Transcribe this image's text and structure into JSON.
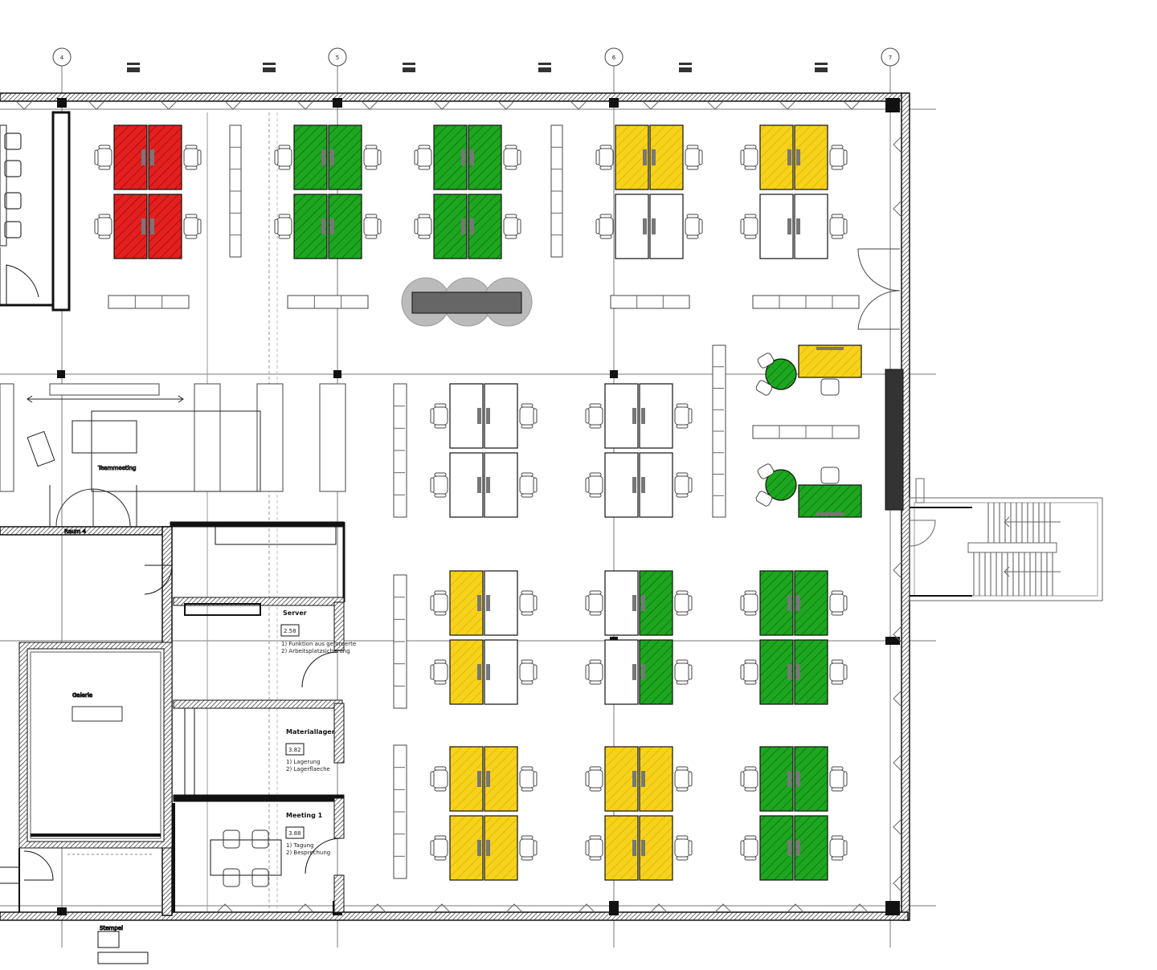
{
  "colors": {
    "red": "#e3201f",
    "green": "#1da61f",
    "yellow": "#f7d21b",
    "white": "#ffffff",
    "wall": "#1a1a1a",
    "grid": "#888888"
  },
  "grid_axes": [
    {
      "label": "4"
    },
    {
      "label": "5"
    },
    {
      "label": "6"
    },
    {
      "label": "7"
    }
  ],
  "rooms": {
    "teammeeting": "Teammeeting",
    "server": "Server",
    "server_area": "2.58",
    "server_note1": "1) Funktion aus geforderte",
    "server_note2": "2) Arbeitsplatzsicherung",
    "materiallager": "Materiallager",
    "materiallager_area": "3.82",
    "materiallager_note1": "1) Lagerung",
    "materiallager_note2": "2) Lagerflaeche",
    "meeting": "Meeting 1",
    "meeting_area": "3.88",
    "meeting_note1": "1) Tagung",
    "meeting_note2": "2) Besprechung",
    "gallery": "Galerie",
    "mid_room": "Raum 4"
  },
  "legend_note": "Stempel",
  "desk_clusters": [
    {
      "name": "cluster-r1-a",
      "desks": [
        "red",
        "red",
        "red",
        "red"
      ]
    },
    {
      "name": "cluster-r1-b",
      "desks": [
        "green",
        "green",
        "green",
        "green"
      ]
    },
    {
      "name": "cluster-r1-c",
      "desks": [
        "green",
        "green",
        "green",
        "green"
      ]
    },
    {
      "name": "cluster-r1-d",
      "desks": [
        "yellow",
        "yellow",
        "white",
        "white"
      ]
    },
    {
      "name": "cluster-r1-e",
      "desks": [
        "yellow",
        "yellow",
        "white",
        "white"
      ]
    },
    {
      "name": "cluster-r2-a",
      "desks": [
        "white",
        "white",
        "white",
        "white"
      ]
    },
    {
      "name": "cluster-r2-b",
      "desks": [
        "white",
        "white",
        "white",
        "white"
      ]
    },
    {
      "name": "cluster-r3-a",
      "desks": [
        "yellow",
        "white",
        "yellow",
        "white"
      ]
    },
    {
      "name": "cluster-r3-b",
      "desks": [
        "white",
        "green",
        "white",
        "green"
      ]
    },
    {
      "name": "cluster-r3-c",
      "desks": [
        "green",
        "green",
        "green",
        "green"
      ]
    },
    {
      "name": "cluster-r4-a",
      "desks": [
        "yellow",
        "yellow",
        "yellow",
        "yellow"
      ]
    },
    {
      "name": "cluster-r4-b",
      "desks": [
        "yellow",
        "yellow",
        "yellow",
        "yellow"
      ]
    },
    {
      "name": "cluster-r4-c",
      "desks": [
        "green",
        "green",
        "green",
        "green"
      ]
    }
  ],
  "single_desks": [
    {
      "name": "single-desk-top",
      "color": "yellow"
    },
    {
      "name": "single-desk-bottom",
      "color": "green"
    }
  ]
}
